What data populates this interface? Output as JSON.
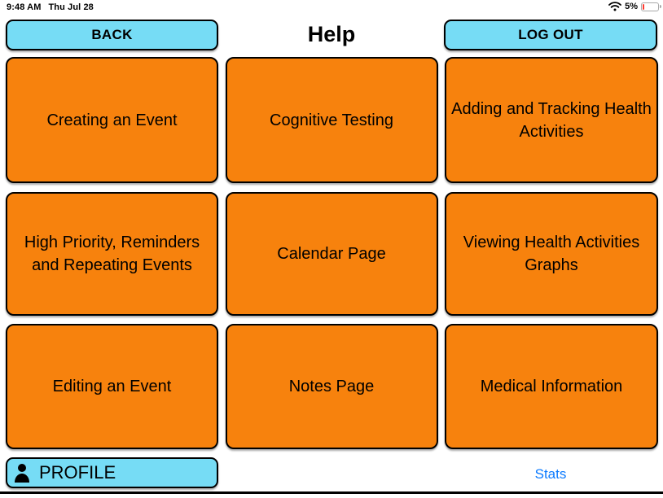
{
  "status_bar": {
    "time": "9:48 AM",
    "date": "Thu Jul 28",
    "battery_percent": "5%",
    "wifi_icon": "wifi-signal",
    "battery_icon": "battery-empty"
  },
  "header": {
    "back_label": "BACK",
    "title": "Help",
    "logout_label": "LOG OUT"
  },
  "help_topics": [
    {
      "label": "Creating an Event"
    },
    {
      "label": "Cognitive Testing"
    },
    {
      "label": "Adding and Tracking Health Activities"
    },
    {
      "label": "High Priority, Reminders and Repeating Events"
    },
    {
      "label": "Calendar Page"
    },
    {
      "label": "Viewing Health Activities Graphs"
    },
    {
      "label": "Editing an Event"
    },
    {
      "label": "Notes Page"
    },
    {
      "label": "Medical Information"
    }
  ],
  "footer": {
    "profile_label": "PROFILE",
    "profile_icon": "person-icon",
    "stats_label": "Stats"
  },
  "colors": {
    "topic_orange": "#F7820D",
    "action_blue": "#76DCF5",
    "link_blue": "#0A7AFF"
  }
}
